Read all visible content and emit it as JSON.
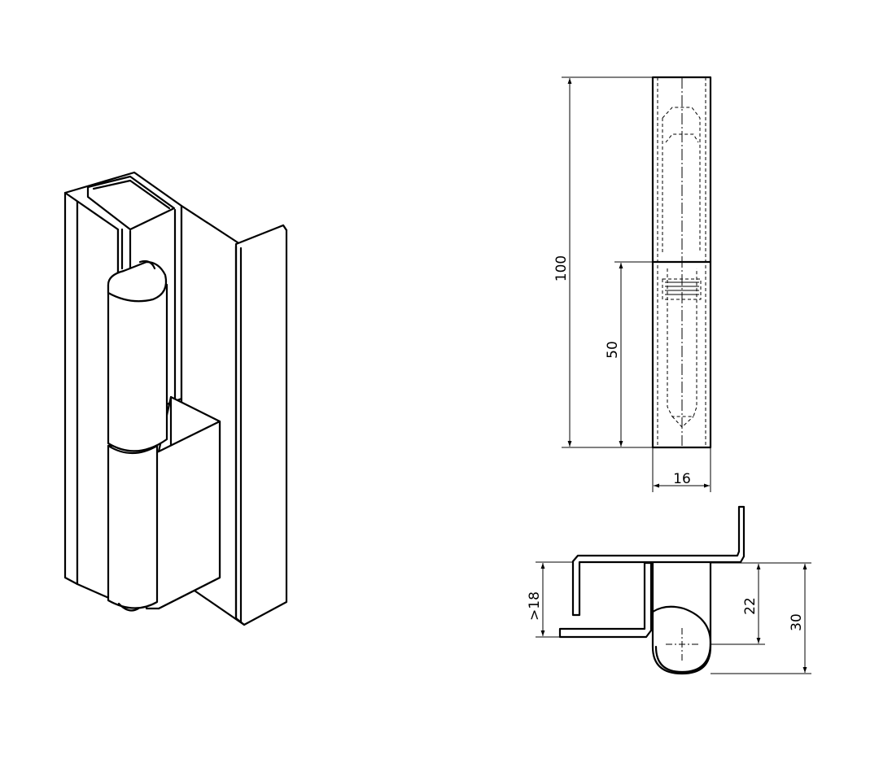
{
  "drawing": {
    "dimensions": {
      "total_height": "100",
      "lower_height": "50",
      "width": "16",
      "clearance": ">18",
      "pin_offset": "22",
      "overall_depth": "30"
    }
  }
}
